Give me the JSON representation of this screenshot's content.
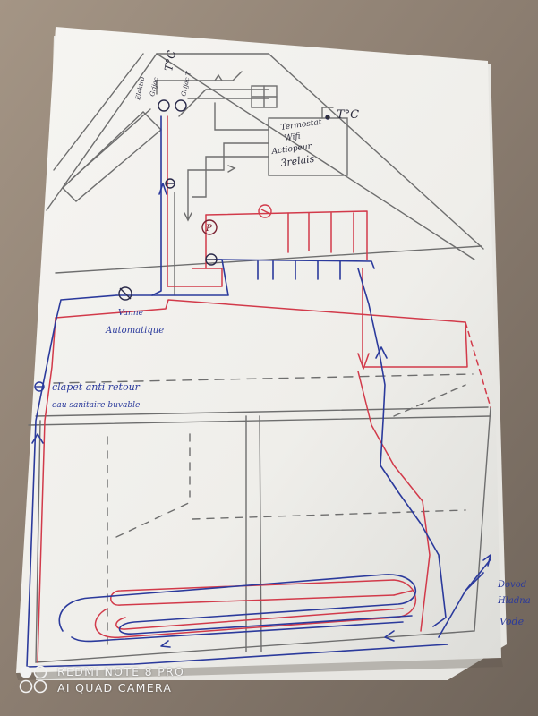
{
  "photo": {
    "subject": "hand-drawn heating and plumbing sketch on paper",
    "colors": {
      "table": "#8c7f73",
      "paper": "#f3f2ee",
      "ink_blue": "#2b3a9c",
      "ink_red": "#d23a4a",
      "pencil": "#6a6a6a"
    }
  },
  "sketch": {
    "labels": {
      "termostat": [
        "Termostat",
        "Wifi",
        "Actiopeur",
        "3relais"
      ],
      "tc_roof": "T°C",
      "tc_top": "T°C",
      "pump": "P",
      "vanne": [
        "Vanne",
        "Automatique"
      ],
      "clapet": [
        "clapet anti retour",
        "eau sanitaire buvable"
      ],
      "dovod": [
        "Dovod",
        "Hladna",
        "Vode"
      ],
      "collector_labels": [
        "Elektro",
        "Grijac",
        "Grijac T"
      ]
    }
  },
  "watermark": {
    "line1": "REDMI NOTE 8 PRO",
    "line2": "AI QUAD CAMERA"
  }
}
